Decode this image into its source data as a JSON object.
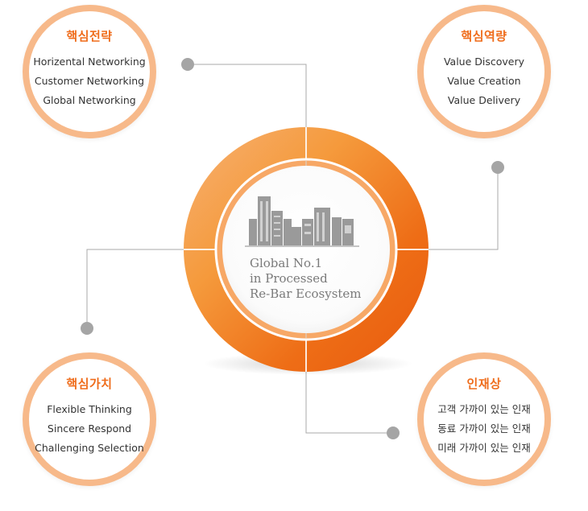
{
  "top_left": {
    "title": "핵심전략",
    "items": [
      "Horizental Networking",
      "Customer Networking",
      "Global Networking"
    ]
  },
  "top_right": {
    "title": "핵심역량",
    "items": [
      "Value Discovery",
      "Value Creation",
      "Value Delivery"
    ]
  },
  "bottom_left": {
    "title": "핵심가치",
    "items": [
      "Flexible Thinking",
      "Sincere Respond",
      "Challenging Selection"
    ]
  },
  "bottom_right": {
    "title": "인재상",
    "items": [
      "고객 가까이 있는 인재",
      "동료 가까이 있는 인재",
      "미래 가까이 있는 인재"
    ]
  },
  "center": {
    "lines": [
      "Global No.1",
      "in Processed",
      "Re-Bar Ecosystem"
    ]
  },
  "colors": {
    "accent": "#ef6d1c",
    "ring_light": "#f8a24a",
    "ring_dark": "#e85d12",
    "bubble_border": "#f7b98a",
    "connector": "#a9a9a9"
  }
}
